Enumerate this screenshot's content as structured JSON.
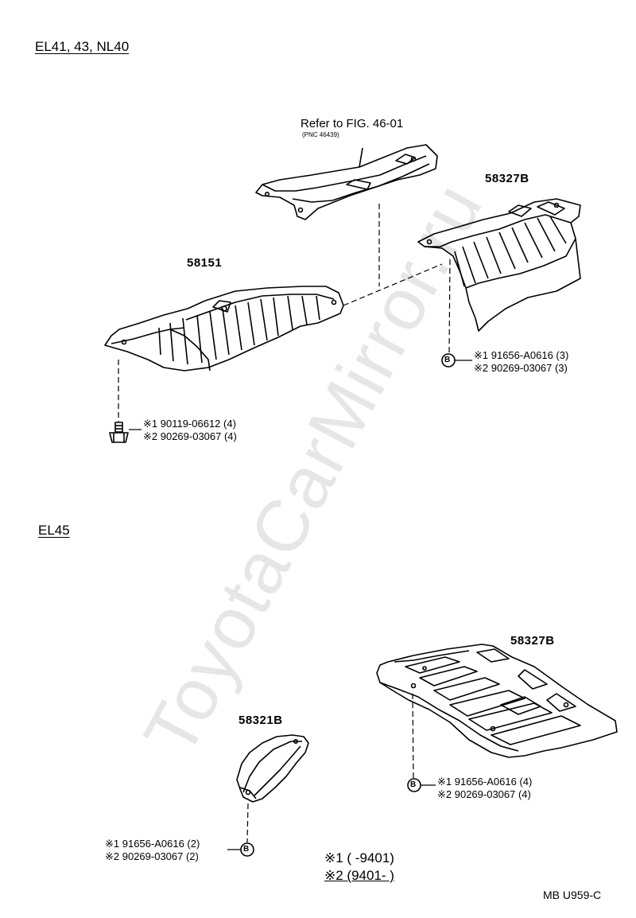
{
  "sections": {
    "top": "EL41, 43, NL40",
    "bottom": "EL45"
  },
  "refer": {
    "line1": "Refer to FIG. 46-01",
    "line2": "(PNC 46439)"
  },
  "parts": {
    "top_right": "58327B",
    "top_left": "58151",
    "bottom_right": "58327B",
    "bottom_left": "58321B"
  },
  "callouts": {
    "top_left": {
      "l1": "※1 90119-06612 (4)",
      "l2": "※2 90269-03067 (4)"
    },
    "top_right": {
      "l1": "※1 91656-A0616 (3)",
      "l2": "※2 90269-03067 (3)"
    },
    "bottom_right": {
      "l1": "※1 91656-A0616 (4)",
      "l2": "※2 90269-03067 (4)"
    },
    "bottom_left": {
      "l1": "※1 91656-A0616 (2)",
      "l2": "※2 90269-03067 (2)"
    }
  },
  "fastener_marker": "B",
  "legend": {
    "l1": "※1 (         -9401)",
    "l2": "※2 (9401-          )"
  },
  "diagram_code": "MB U959-C",
  "watermark": "ToyotaCarMirror.ru"
}
